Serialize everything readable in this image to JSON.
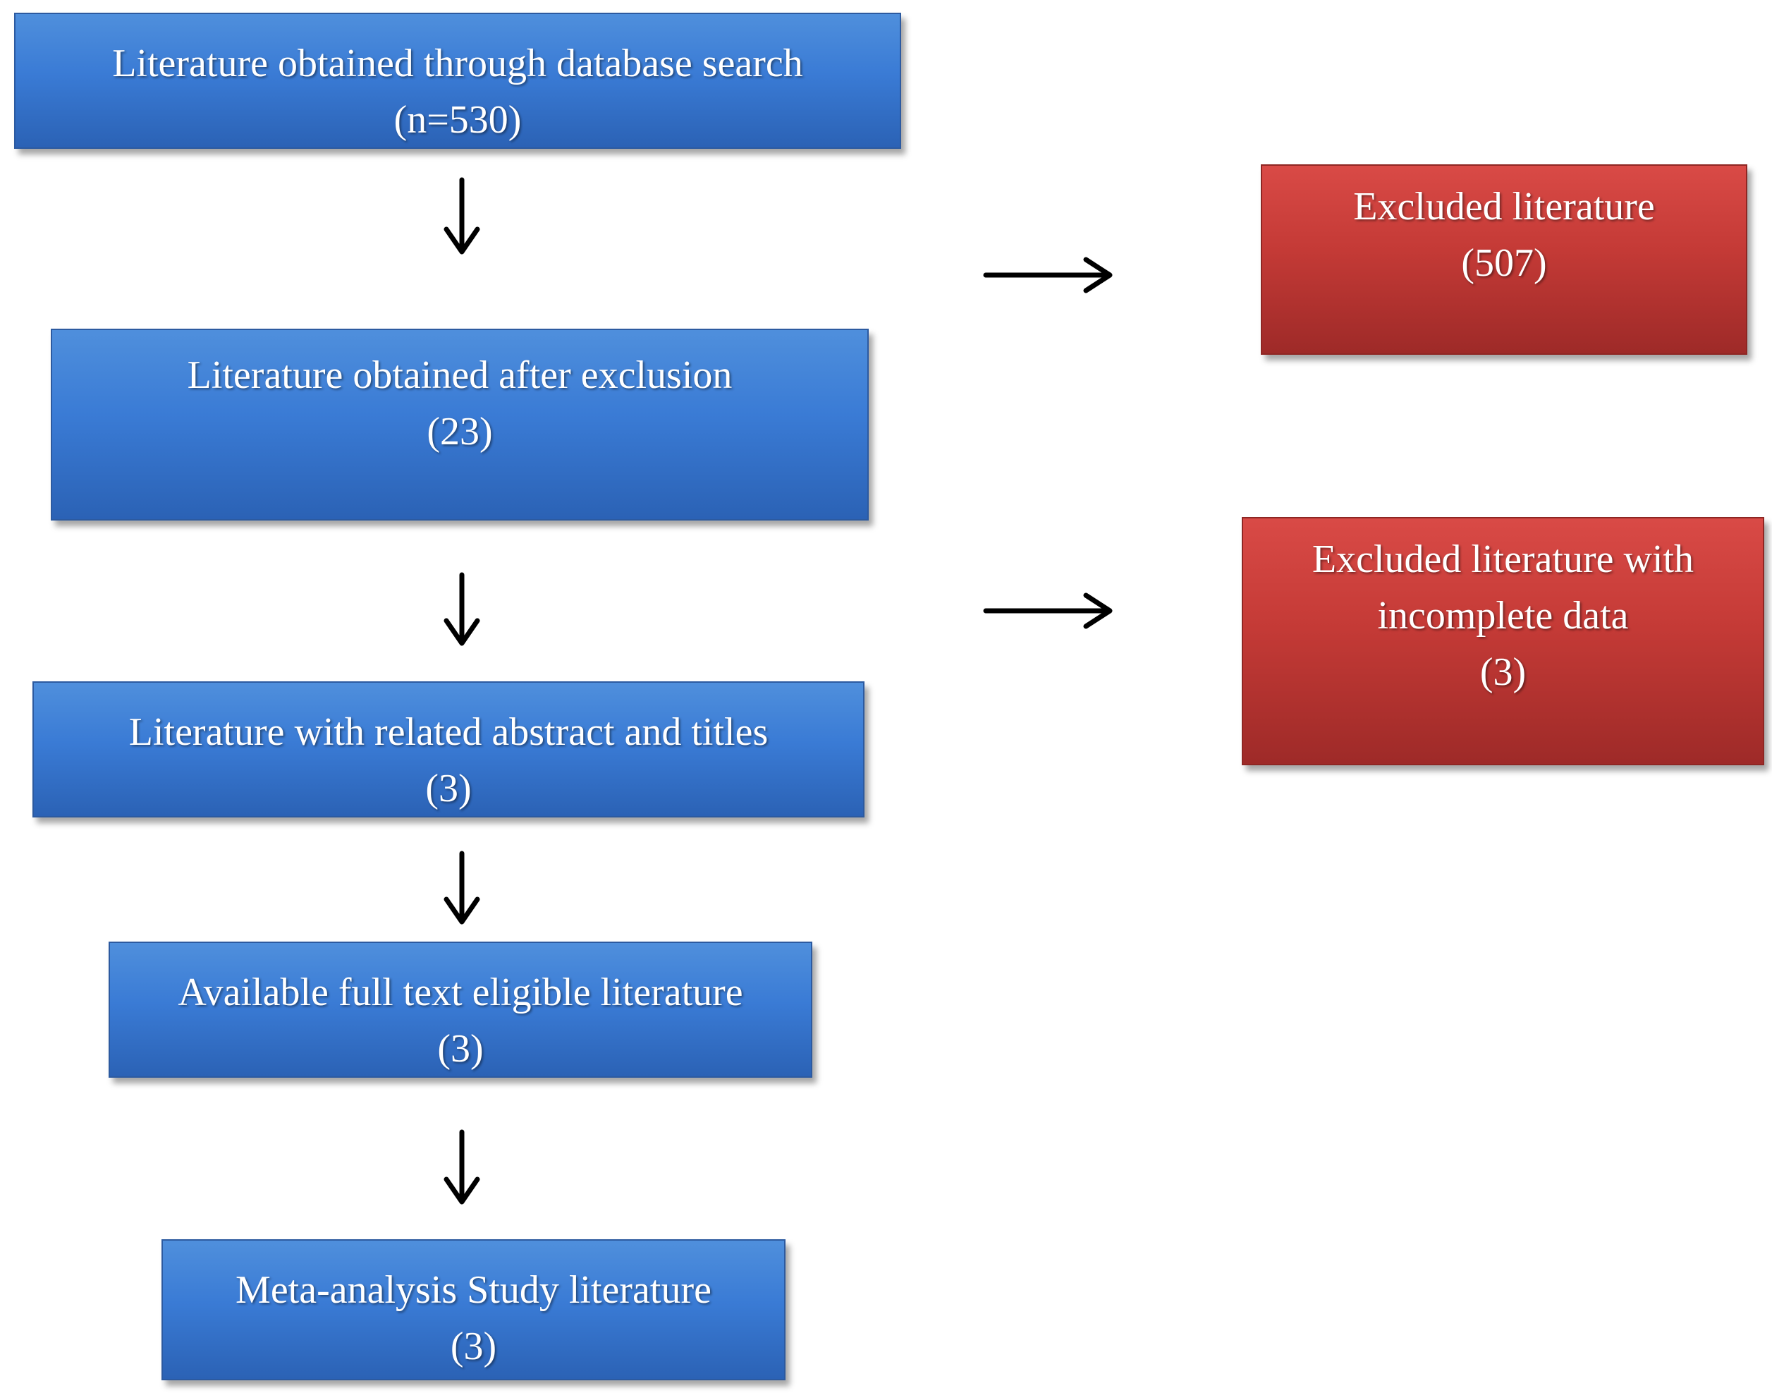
{
  "boxes": {
    "search": {
      "line1": "Literature obtained through database search",
      "line2": "(n=530)"
    },
    "after_exclusion": {
      "line1": "Literature obtained  after exclusion",
      "line2": "(23)"
    },
    "abstract_titles": {
      "line1": "Literature with related abstract and titles",
      "line2": "(3)"
    },
    "full_text": {
      "line1": "Available full text eligible  literature",
      "line2": "(3)"
    },
    "meta_analysis": {
      "line1": "Meta-analysis  Study literature",
      "line2": "(3)"
    },
    "excluded": {
      "line1": "Excluded literature",
      "line2": "(507)"
    },
    "excluded_incomplete": {
      "line1": "Excluded literature with",
      "line2": "incomplete data",
      "line3": "(3)"
    }
  },
  "colors": {
    "step_box": "#3a7bd5",
    "excluded_box": "#c43a36",
    "arrow": "#000000"
  }
}
